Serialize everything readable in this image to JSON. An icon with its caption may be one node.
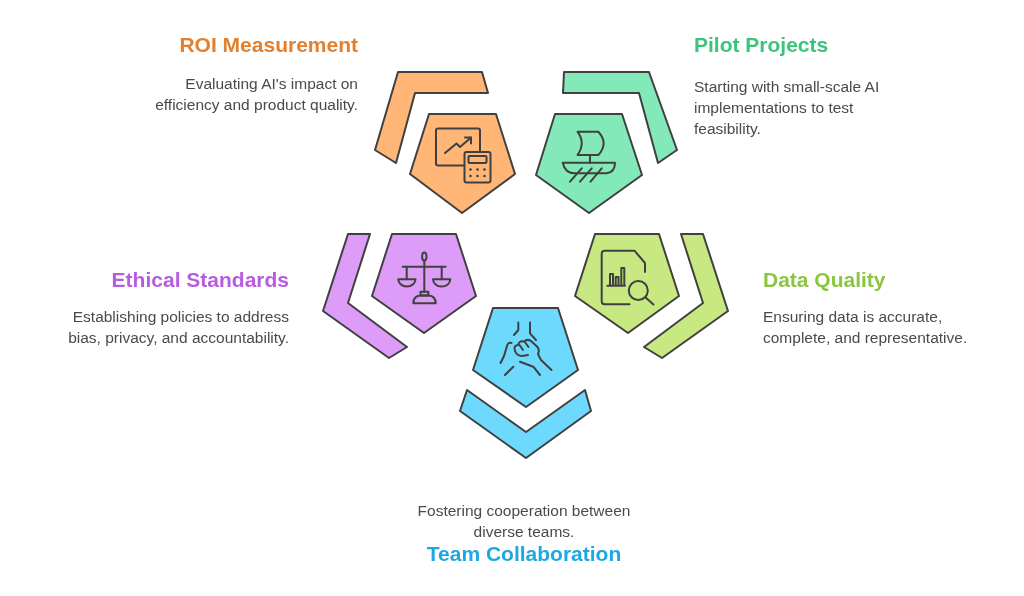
{
  "diagram": {
    "nodes": [
      {
        "text": [
          "ROI Measurement",
          "Evaluating AI's impact on efficiency and product quality."
        ]
      },
      {
        "text": [
          "Pilot Projects",
          "Starting with small-scale AI implementations to test feasibility."
        ]
      },
      {
        "text": [
          "Ethical Standards",
          "Establishing policies to address bias, privacy, and accountability."
        ]
      },
      {
        "text": [
          "Data Quality",
          "Ensuring data is accurate, complete, and representative."
        ]
      },
      {
        "text": [
          "Fostering cooperation between diverse teams.",
          "Team Collaboration"
        ]
      }
    ]
  }
}
